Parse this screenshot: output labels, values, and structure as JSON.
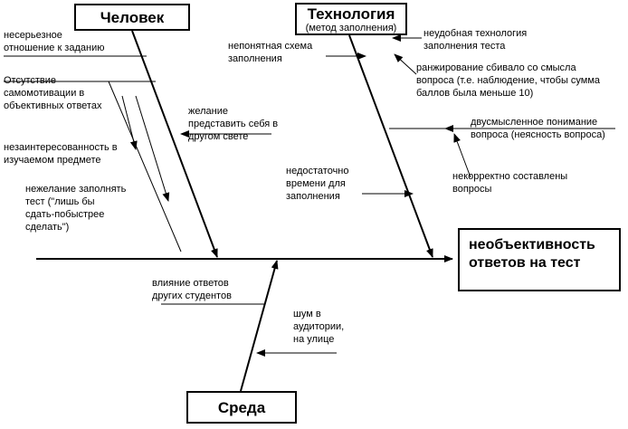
{
  "effect": {
    "line1": "необъективность",
    "line2": "ответов на тест"
  },
  "categories": {
    "person": {
      "title": "Человек"
    },
    "technology": {
      "title": "Технология",
      "subtitle": "(метод заполнения)"
    },
    "environment": {
      "title": "Среда"
    }
  },
  "causes": {
    "person": {
      "frivolous": "несерьезное\nотношение к заданию",
      "no_motivation": "Отсутствие\nсамомотивации в\nобъективных ответах",
      "self_image": "желание\nпредставить себя в\nдругом свете",
      "no_interest": "незаинтересованность в\nизучаемом предмете",
      "unwilling": "нежелание заполнять\nтест (\"лишь бы\nсдать-побыстрее\nсделать\")"
    },
    "technology": {
      "unclear_scheme": "непонятная схема\nзаполнения",
      "inconvenient": "неудобная технология\nзаполнения теста",
      "ranking": "ранжирование сбивало со смысла\nвопроса (т.е. наблюдение, чтобы сумма\nбаллов была меньше 10)",
      "ambiguous": "двусмысленное понимание\nвопроса (неясность вопроса)",
      "bad_questions": "некорректно составлены\nвопросы",
      "no_time": "недостаточно\nвремени для\nзаполнения"
    },
    "environment": {
      "other_students": "влияние ответов\nдругих студентов",
      "noise": "шум в\nаудитории,\nна улице"
    }
  }
}
